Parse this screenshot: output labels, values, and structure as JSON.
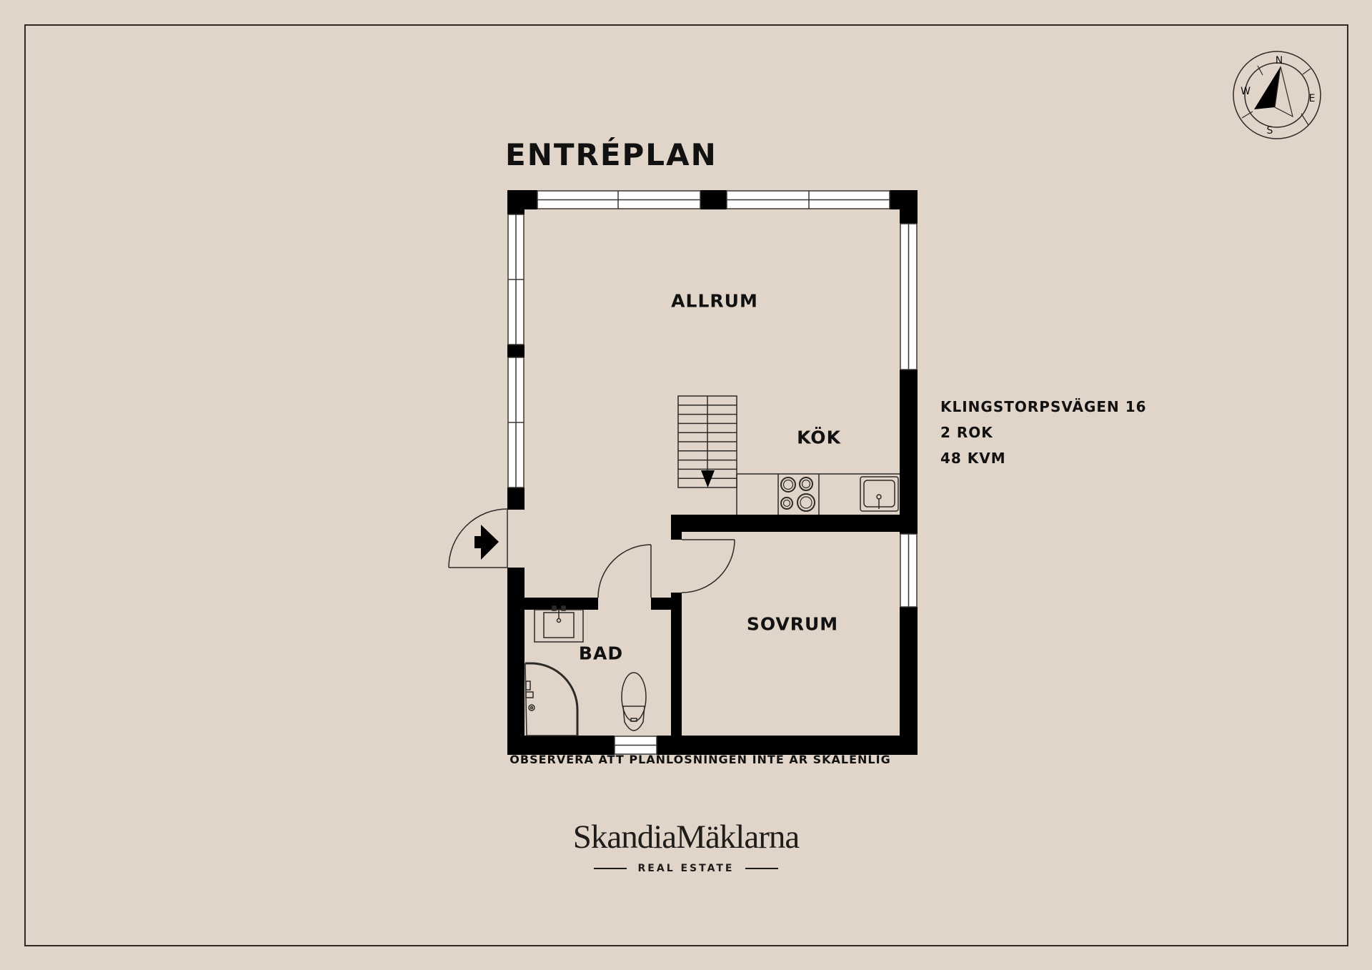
{
  "plan": {
    "title": "ENTRÉPLAN",
    "rooms": {
      "allrum": "ALLRUM",
      "kok": "KÖK",
      "sovrum": "SOVRUM",
      "bad": "BAD"
    }
  },
  "property": {
    "address": "KLINGSTORPSVÄGEN 16",
    "rooms": "2 ROK",
    "area": "48 KVM"
  },
  "compass": {
    "north": "N",
    "east": "E",
    "south": "S",
    "west": "W"
  },
  "note": "OBSERVERA ATT PLANLÖSNINGEN INTE ÄR SKALENLIG",
  "logo": {
    "name": "SkandiaMäklarna",
    "tagline": "REAL ESTATE"
  },
  "colors": {
    "background": "#e1d5c9",
    "wall": "#000000",
    "window": "#ffffff",
    "line": "#2d2a27"
  }
}
